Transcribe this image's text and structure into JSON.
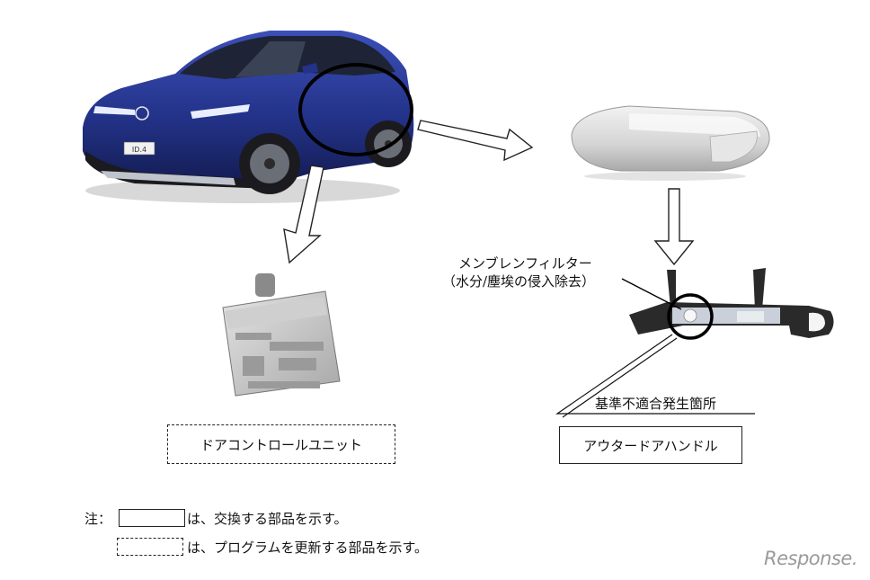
{
  "labels": {
    "membrane_filter": "メンブレンフィルター",
    "membrane_filter_note": "（水分/塵埃の侵入除去）",
    "defect_location": "基準不適合発生箇所",
    "door_control_unit": "ドアコントロールユニット",
    "outer_door_handle": "アウタードアハンドル"
  },
  "legend": {
    "prefix": "注：",
    "replace_text": "は、交換する部品を示す。",
    "update_text": "は、プログラムを更新する部品を示す。"
  },
  "watermark": "Response.",
  "car": {
    "badge": "ID.4",
    "body_color": "#23338a"
  }
}
